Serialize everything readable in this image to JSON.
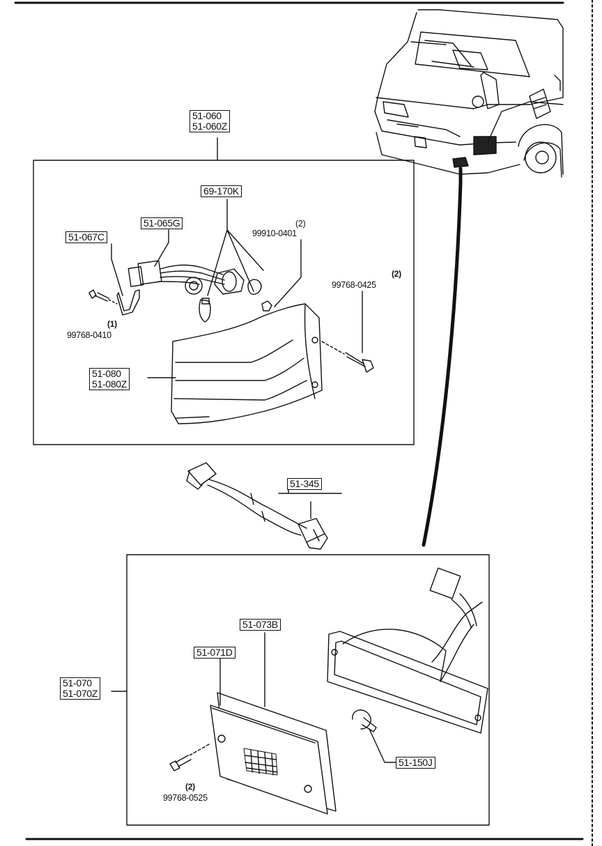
{
  "labels": {
    "front_lamp_asm": [
      "51-060",
      "51-060Z"
    ],
    "bulb": "69-170K",
    "socket_wire": "51-065G",
    "bracket": "51-067C",
    "screw_a_note": "(1)",
    "screw_a": "99768-0410",
    "nut_note": "(2)",
    "nut": "99910-0401",
    "screw_b_note": "(2)",
    "screw_b": "99768-0425",
    "lens": [
      "51-080",
      "51-080Z"
    ],
    "harness": "51-345",
    "side_lamp_asm": [
      "51-070",
      "51-070Z"
    ],
    "gasket": "51-073B",
    "side_lens": "51-071D",
    "side_bulb": "51-150J",
    "screw_c_note": "(2)",
    "screw_c": "99768-0525"
  },
  "colors": {
    "ink": "#111111",
    "background": "#ffffff"
  }
}
